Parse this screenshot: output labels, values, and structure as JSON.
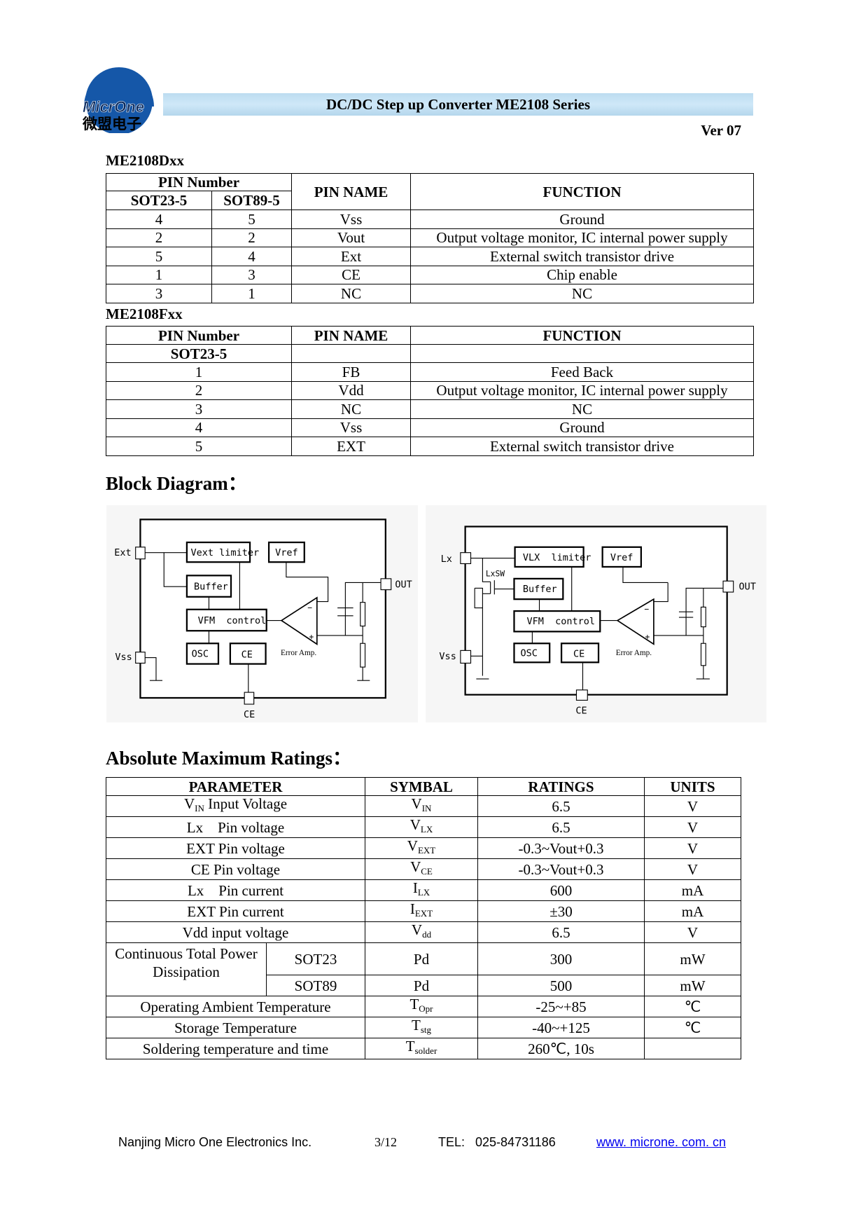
{
  "header": {
    "logo_text": "MicrOne",
    "logo_cn": "微盟电子",
    "title": "DC/DC Step up Converter ME2108 Series",
    "version": "Ver 07"
  },
  "table_dxx": {
    "caption": "ME2108Dxx",
    "head": {
      "pin_number": "PIN Number",
      "sot23": "SOT23-5",
      "sot89": "SOT89-5",
      "pin_name": "PIN NAME",
      "function": "FUNCTION"
    },
    "rows": [
      [
        "4",
        "5",
        "Vss",
        "Ground"
      ],
      [
        "2",
        "2",
        "Vout",
        "Output voltage monitor, IC internal power supply"
      ],
      [
        "5",
        "4",
        "Ext",
        "External switch transistor drive"
      ],
      [
        "1",
        "3",
        "CE",
        "Chip enable"
      ],
      [
        "3",
        "1",
        "NC",
        "NC"
      ]
    ]
  },
  "table_fxx": {
    "caption": "ME2108Fxx",
    "head": {
      "pin_number": "PIN Number",
      "sot23": "SOT23-5",
      "pin_name": "PIN NAME",
      "function": "FUNCTION"
    },
    "rows": [
      [
        "1",
        "FB",
        "Feed Back"
      ],
      [
        "2",
        "Vdd",
        "Output voltage monitor, IC internal power supply"
      ],
      [
        "3",
        "NC",
        "NC"
      ],
      [
        "4",
        "Vss",
        "Ground"
      ],
      [
        "5",
        "EXT",
        "External switch transistor drive"
      ]
    ]
  },
  "block_diagram": {
    "heading": "Block Diagram：",
    "left": {
      "ext": "Ext",
      "vss": "Vss",
      "out": "OUT",
      "ce_pin": "CE",
      "limiter": "Vext limiter",
      "vref": "Vref",
      "buffer": "Buffer",
      "vfm": "VFM  control",
      "osc": "OSC",
      "ce": "CE",
      "amp": "Error Amp."
    },
    "right": {
      "lx": "Lx",
      "vss": "Vss",
      "out": "OUT",
      "ce_pin": "CE",
      "limiter": "VLX  limiter",
      "vref": "Vref",
      "buffer": "Buffer",
      "vfm": "VFM  control",
      "osc": "OSC",
      "ce": "CE",
      "amp": "Error Amp.",
      "lxsw": "LxSW"
    }
  },
  "ratings": {
    "heading": "Absolute Maximum Ratings：",
    "head": {
      "parameter": "PARAMETER",
      "symbol": "SYMBAL",
      "ratings": "RATINGS",
      "units": "UNITS"
    },
    "rows": [
      {
        "param_main": "V",
        "param_sub": "IN",
        "param_rest": " Input Voltage",
        "sym": "V",
        "sym_sub": "IN",
        "rating": "6.5",
        "unit": "V"
      },
      {
        "param_main": "Lx　Pin voltage",
        "param_sub": "",
        "param_rest": "",
        "sym": "V",
        "sym_sub": "LX",
        "rating": "6.5",
        "unit": "V"
      },
      {
        "param_main": "EXT Pin voltage",
        "param_sub": "",
        "param_rest": "",
        "sym": "V",
        "sym_sub": "EXT",
        "rating": "-0.3~Vout+0.3",
        "unit": "V"
      },
      {
        "param_main": "CE Pin voltage",
        "param_sub": "",
        "param_rest": "",
        "sym": "V",
        "sym_sub": "CE",
        "rating": "-0.3~Vout+0.3",
        "unit": "V"
      },
      {
        "param_main": "Lx　Pin current",
        "param_sub": "",
        "param_rest": "",
        "sym": "I",
        "sym_sub": "LX",
        "rating": "600",
        "unit": "mA"
      },
      {
        "param_main": "EXT Pin current",
        "param_sub": "",
        "param_rest": "",
        "sym": "I",
        "sym_sub": "EXT",
        "rating": "±30",
        "unit": "mA"
      },
      {
        "param_main": "Vdd input voltage",
        "param_sub": "",
        "param_rest": "",
        "sym": "V",
        "sym_sub": "dd",
        "rating": "6.5",
        "unit": "V"
      }
    ],
    "power": {
      "label": "Continuous Total Power Dissipation",
      "sot23": "SOT23",
      "sot89": "SOT89",
      "sym": "Pd",
      "r23": "300",
      "r89": "500",
      "unit": "mW"
    },
    "rows2": [
      {
        "param": "Operating Ambient Temperature",
        "sym": "T",
        "sym_sub": "Opr",
        "rating": "-25~+85",
        "unit": "℃"
      },
      {
        "param": "Storage Temperature",
        "sym": "T",
        "sym_sub": "stg",
        "rating": "-40~+125",
        "unit": "℃"
      },
      {
        "param": "Soldering temperature and time",
        "sym": "T",
        "sym_sub": "solder",
        "rating": "260℃, 10s",
        "unit": ""
      }
    ]
  },
  "footer": {
    "company": "Nanjing Micro One Electronics Inc.",
    "page": "3/12",
    "tel": "TEL:   025-84731186",
    "website": "www. microne. com. cn"
  }
}
